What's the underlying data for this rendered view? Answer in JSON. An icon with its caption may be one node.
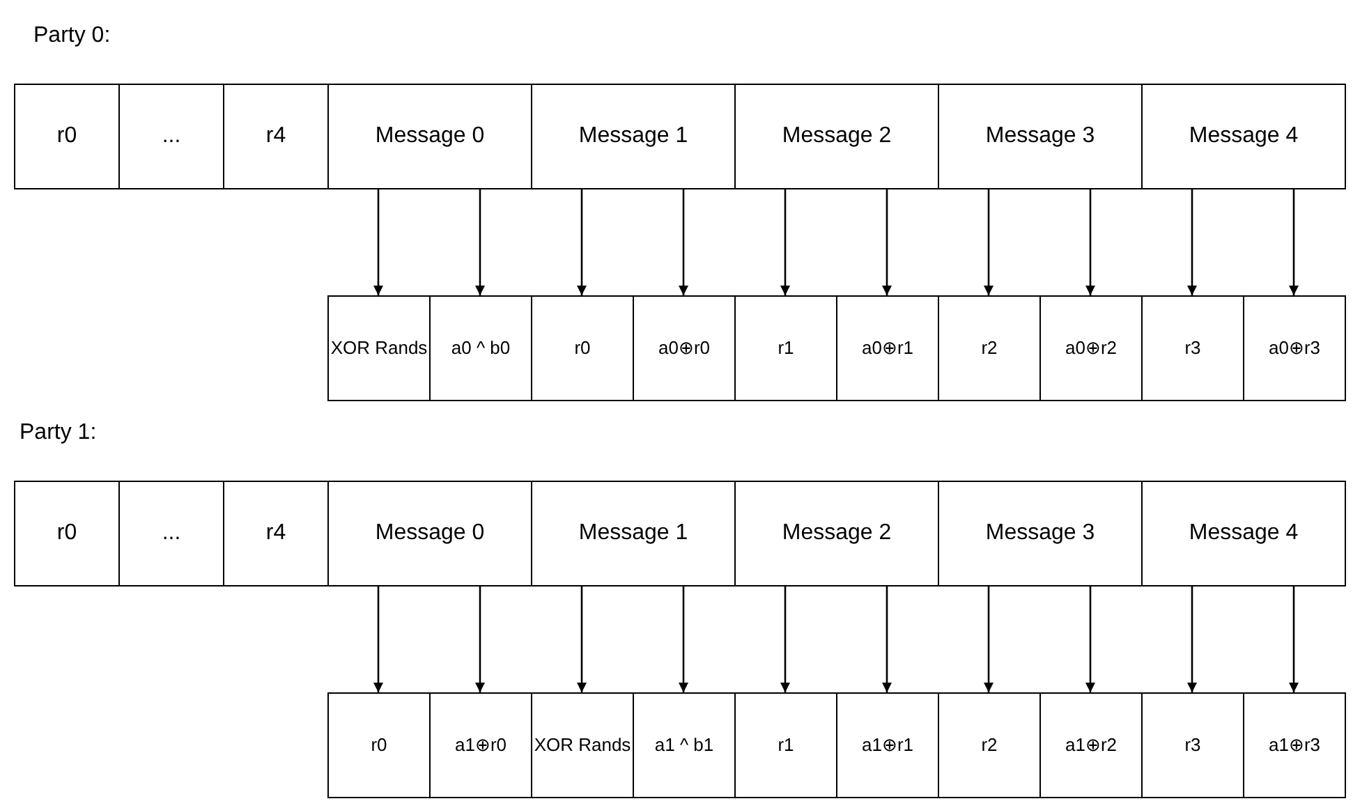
{
  "diagram": {
    "nodes": [
      {
        "text": [
          "r0"
        ]
      },
      {
        "text": [
          "..."
        ]
      },
      {
        "text": [
          "r4"
        ]
      },
      {
        "text": [
          "Message 0"
        ]
      },
      {
        "text": [
          "Message 1"
        ]
      },
      {
        "text": [
          "Message 2"
        ]
      },
      {
        "text": [
          "Message 3"
        ]
      },
      {
        "text": [
          "Message 4"
        ]
      },
      {
        "text": [
          "XOR Rands"
        ]
      },
      {
        "text": [
          "a0 ^ b0"
        ]
      },
      {
        "text": [
          "r0"
        ]
      },
      {
        "text": [
          "a0⊕r0"
        ]
      },
      {
        "text": [
          "r1"
        ]
      },
      {
        "text": [
          "a0⊕r1"
        ]
      },
      {
        "text": [
          "r2"
        ]
      },
      {
        "text": [
          "a0⊕r2"
        ]
      },
      {
        "text": [
          "r3"
        ]
      },
      {
        "text": [
          "a0⊕r3"
        ]
      },
      {
        "text": [
          "r0"
        ]
      },
      {
        "text": [
          "..."
        ]
      },
      {
        "text": [
          "r4"
        ]
      },
      {
        "text": [
          "Message 0"
        ]
      },
      {
        "text": [
          "Message 1"
        ]
      },
      {
        "text": [
          "Message 2"
        ]
      },
      {
        "text": [
          "Message 3"
        ]
      },
      {
        "text": [
          "Message 4"
        ]
      },
      {
        "text": [
          "r0"
        ]
      },
      {
        "text": [
          "a1⊕r0"
        ]
      },
      {
        "text": [
          "XOR Rands"
        ]
      },
      {
        "text": [
          "a1 ^ b1"
        ]
      },
      {
        "text": [
          "r1"
        ]
      },
      {
        "text": [
          "a1⊕r1"
        ]
      },
      {
        "text": [
          "r2"
        ]
      },
      {
        "text": [
          "a1⊕r2"
        ]
      },
      {
        "text": [
          "r3"
        ]
      },
      {
        "text": [
          "a1⊕r3"
        ]
      }
    ],
    "edges": [
      {
        "from": 3,
        "to": 8,
        "arrow": "to"
      },
      {
        "from": 3,
        "to": 9,
        "arrow": "to"
      },
      {
        "from": 4,
        "to": 10,
        "arrow": "to"
      },
      {
        "from": 4,
        "to": 11,
        "arrow": "to"
      },
      {
        "from": 5,
        "to": 12,
        "arrow": "to"
      },
      {
        "from": 5,
        "to": 13,
        "arrow": "to"
      },
      {
        "from": 6,
        "to": 14,
        "arrow": "to"
      },
      {
        "from": 6,
        "to": 15,
        "arrow": "to"
      },
      {
        "from": 7,
        "to": 16,
        "arrow": "to"
      },
      {
        "from": 7,
        "to": 17,
        "arrow": "to"
      },
      {
        "from": 21,
        "to": 26,
        "arrow": "to"
      },
      {
        "from": 21,
        "to": 27,
        "arrow": "to"
      },
      {
        "from": 22,
        "to": 28,
        "arrow": "to"
      },
      {
        "from": 22,
        "to": 29,
        "arrow": "to"
      },
      {
        "from": 23,
        "to": 30,
        "arrow": "to"
      },
      {
        "from": 23,
        "to": 31,
        "arrow": "to"
      },
      {
        "from": 24,
        "to": 32,
        "arrow": "to"
      },
      {
        "from": 24,
        "to": 33,
        "arrow": "to"
      },
      {
        "from": 25,
        "to": 34,
        "arrow": "to"
      },
      {
        "from": 25,
        "to": 35,
        "arrow": "to"
      }
    ],
    "labels": [
      "Party 0:",
      "Party 1:"
    ]
  }
}
